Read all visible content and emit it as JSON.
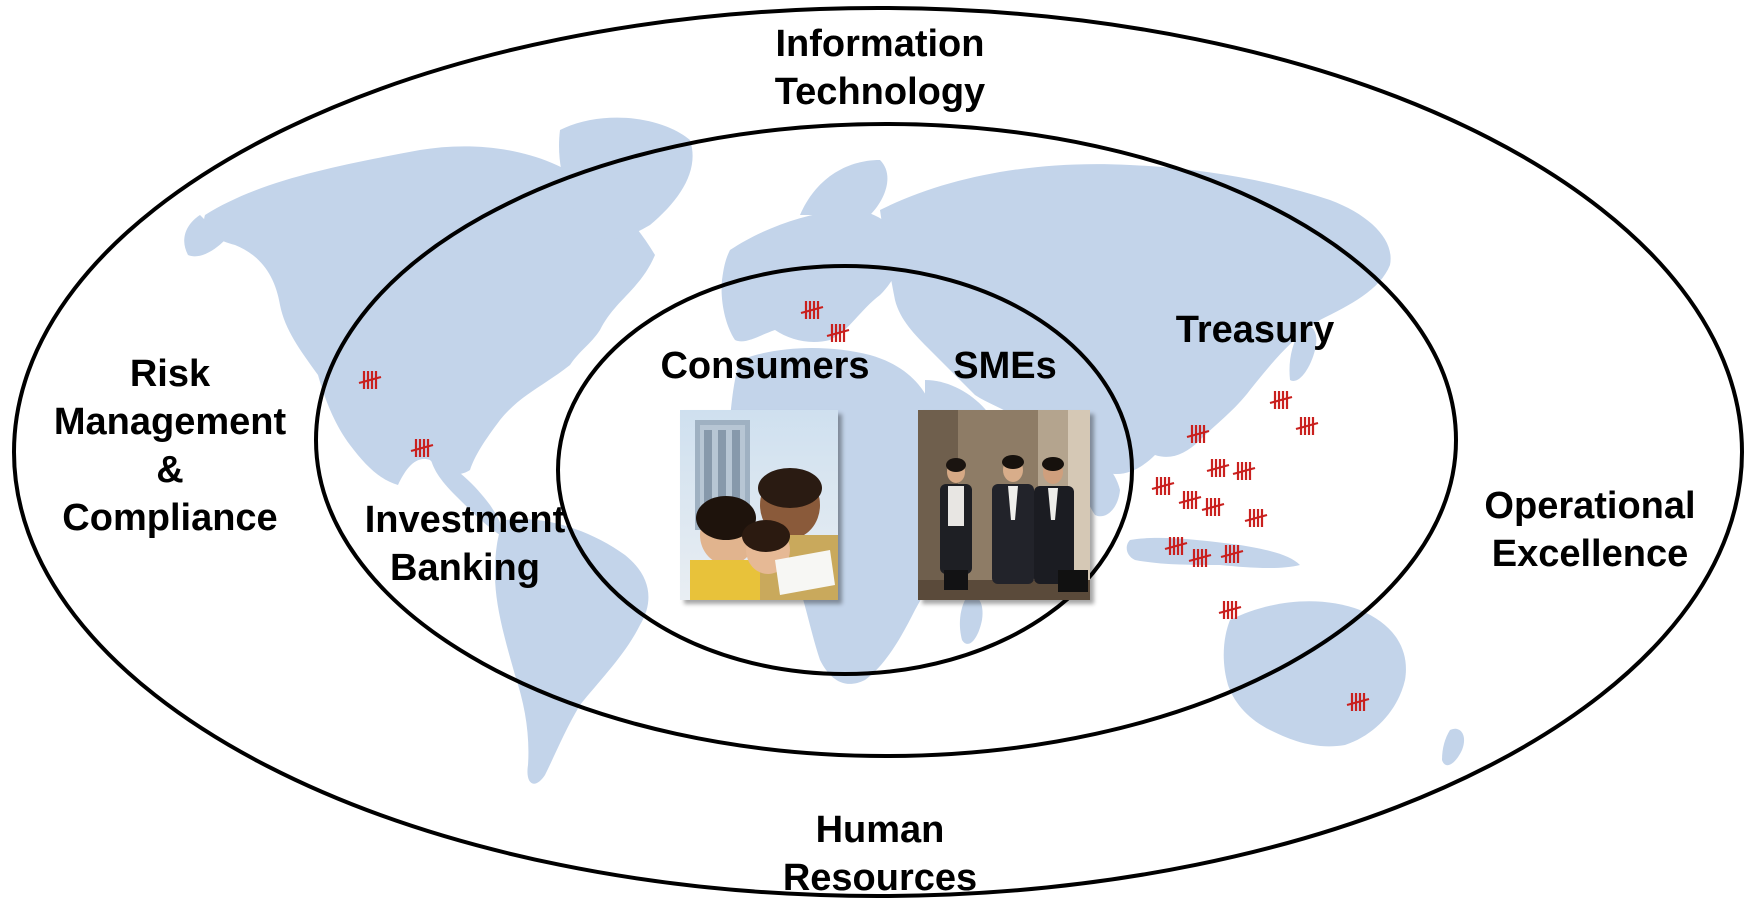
{
  "rings": {
    "outer": {
      "top": [
        "Information",
        "Technology"
      ],
      "left": [
        "Risk",
        "Management",
        "&",
        "Compliance"
      ],
      "right": [
        "Operational",
        "Excellence"
      ],
      "bottom": [
        "Human",
        "Resources"
      ]
    },
    "middle": {
      "left": [
        "Investment",
        "Banking"
      ],
      "right": "Treasury"
    },
    "inner": {
      "left": "Consumers",
      "right": "SMEs"
    }
  },
  "images": {
    "consumers_photo": "family-reading-photo",
    "smes_photo": "business-people-photo"
  },
  "colors": {
    "map": "#c3d4ea",
    "ring": "#000000",
    "marker": "#c9201e"
  }
}
